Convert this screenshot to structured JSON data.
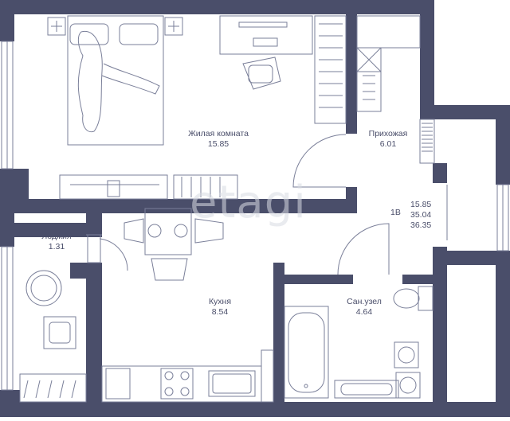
{
  "rooms": {
    "living": {
      "name": "Жилая комната",
      "area": "15.85"
    },
    "hallway": {
      "name": "Прихожая",
      "area": "6.01"
    },
    "loggia": {
      "name": "Лоджия",
      "area": "1.31"
    },
    "kitchen": {
      "name": "Кухня",
      "area": "8.54"
    },
    "bathroom": {
      "name": "Сан.узел",
      "area": "4.64"
    }
  },
  "apartment": {
    "type_code": "1В",
    "living_area": "15.85",
    "total_area": "35.04",
    "total_area_with_loggia": "36.35"
  },
  "watermark": "etagi",
  "colors": {
    "wall": "#4a4e6a",
    "line": "#7a7f99",
    "background": "#ffffff"
  }
}
